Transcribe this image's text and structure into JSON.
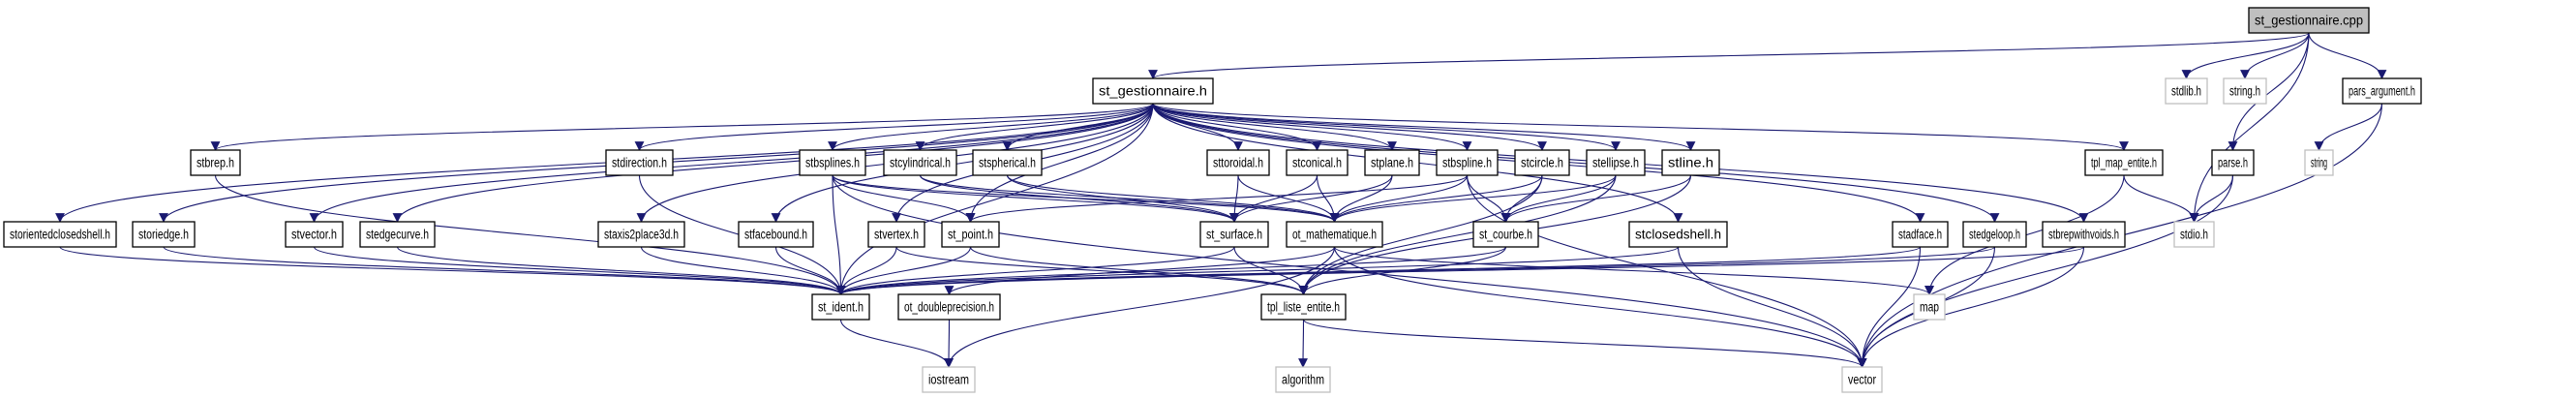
{
  "title": "Include dependency graph for st_gestionnaire.cpp",
  "colors": {
    "edge": "#191970",
    "root_fill": "#bfbfbf",
    "node_border": "#000000",
    "external_border": "#bfbfbf"
  },
  "nodes": [
    {
      "id": "st_gestionnaire_cpp",
      "label": "st_gestionnaire.cpp",
      "kind": "root"
    },
    {
      "id": "st_gestionnaire_h",
      "label": "st_gestionnaire.h",
      "kind": "local"
    },
    {
      "id": "stdlib_h",
      "label": "stdlib.h",
      "kind": "external"
    },
    {
      "id": "string_h",
      "label": "string.h",
      "kind": "external"
    },
    {
      "id": "pars_argument_h",
      "label": "pars_argument.h",
      "kind": "local"
    },
    {
      "id": "stbrep_h",
      "label": "stbrep.h",
      "kind": "local"
    },
    {
      "id": "stdirection_h",
      "label": "stdirection.h",
      "kind": "local"
    },
    {
      "id": "stbsplines_h",
      "label": "stbsplines.h",
      "kind": "local"
    },
    {
      "id": "stcylindrical_h",
      "label": "stcylindrical.h",
      "kind": "local"
    },
    {
      "id": "stspherical_h",
      "label": "stspherical.h",
      "kind": "local"
    },
    {
      "id": "sttoroidal_h",
      "label": "sttoroidal.h",
      "kind": "local"
    },
    {
      "id": "stconical_h",
      "label": "stconical.h",
      "kind": "local"
    },
    {
      "id": "stplane_h",
      "label": "stplane.h",
      "kind": "local"
    },
    {
      "id": "stbspline_h",
      "label": "stbspline.h",
      "kind": "local"
    },
    {
      "id": "stcircle_h",
      "label": "stcircle.h",
      "kind": "local"
    },
    {
      "id": "stellipse_h",
      "label": "stellipse.h",
      "kind": "local"
    },
    {
      "id": "stline_h",
      "label": "stline.h",
      "kind": "local"
    },
    {
      "id": "tpl_map_entite_h",
      "label": "tpl_map_entite.h",
      "kind": "local"
    },
    {
      "id": "parse_h",
      "label": "parse.h",
      "kind": "local"
    },
    {
      "id": "string",
      "label": "string",
      "kind": "external"
    },
    {
      "id": "storientedclosedshell_h",
      "label": "storientedclosedshell.h",
      "kind": "local"
    },
    {
      "id": "storiedge_h",
      "label": "storiedge.h",
      "kind": "local"
    },
    {
      "id": "stvector_h",
      "label": "stvector.h",
      "kind": "local"
    },
    {
      "id": "stedgecurve_h",
      "label": "stedgecurve.h",
      "kind": "local"
    },
    {
      "id": "staxis2place3d_h",
      "label": "staxis2place3d.h",
      "kind": "local"
    },
    {
      "id": "stfacebound_h",
      "label": "stfacebound.h",
      "kind": "local"
    },
    {
      "id": "stvertex_h",
      "label": "stvertex.h",
      "kind": "local"
    },
    {
      "id": "st_point_h",
      "label": "st_point.h",
      "kind": "local"
    },
    {
      "id": "st_surface_h",
      "label": "st_surface.h",
      "kind": "local"
    },
    {
      "id": "ot_mathematique_h",
      "label": "ot_mathematique.h",
      "kind": "local"
    },
    {
      "id": "st_courbe_h",
      "label": "st_courbe.h",
      "kind": "local"
    },
    {
      "id": "stclosedshell_h",
      "label": "stclosedshell.h",
      "kind": "local"
    },
    {
      "id": "stadface_h",
      "label": "stadface.h",
      "kind": "local"
    },
    {
      "id": "stedgeloop_h",
      "label": "stedgeloop.h",
      "kind": "local"
    },
    {
      "id": "stbrepwithvoids_h",
      "label": "stbrepwithvoids.h",
      "kind": "local"
    },
    {
      "id": "stdio_h",
      "label": "stdio.h",
      "kind": "external"
    },
    {
      "id": "st_ident_h",
      "label": "st_ident.h",
      "kind": "local"
    },
    {
      "id": "ot_doubleprecision_h",
      "label": "ot_doubleprecision.h",
      "kind": "local"
    },
    {
      "id": "tpl_liste_entite_h",
      "label": "tpl_liste_entite.h",
      "kind": "local"
    },
    {
      "id": "map",
      "label": "map",
      "kind": "external"
    },
    {
      "id": "iostream",
      "label": "iostream",
      "kind": "external"
    },
    {
      "id": "algorithm",
      "label": "algorithm",
      "kind": "external"
    },
    {
      "id": "vector",
      "label": "vector",
      "kind": "external"
    }
  ],
  "edges": [
    [
      "st_gestionnaire_cpp",
      "st_gestionnaire_h"
    ],
    [
      "st_gestionnaire_cpp",
      "stdlib_h"
    ],
    [
      "st_gestionnaire_cpp",
      "string_h"
    ],
    [
      "st_gestionnaire_cpp",
      "stdio_h"
    ],
    [
      "st_gestionnaire_cpp",
      "parse_h"
    ],
    [
      "st_gestionnaire_cpp",
      "pars_argument_h"
    ],
    [
      "st_gestionnaire_h",
      "storientedclosedshell_h"
    ],
    [
      "st_gestionnaire_h",
      "storiedge_h"
    ],
    [
      "st_gestionnaire_h",
      "stbrep_h"
    ],
    [
      "st_gestionnaire_h",
      "stvector_h"
    ],
    [
      "st_gestionnaire_h",
      "stedgecurve_h"
    ],
    [
      "st_gestionnaire_h",
      "staxis2place3d_h"
    ],
    [
      "st_gestionnaire_h",
      "stdirection_h"
    ],
    [
      "st_gestionnaire_h",
      "stfacebound_h"
    ],
    [
      "st_gestionnaire_h",
      "stbsplines_h"
    ],
    [
      "st_gestionnaire_h",
      "stvertex_h"
    ],
    [
      "st_gestionnaire_h",
      "st_point_h"
    ],
    [
      "st_gestionnaire_h",
      "stcylindrical_h"
    ],
    [
      "st_gestionnaire_h",
      "stspherical_h"
    ],
    [
      "st_gestionnaire_h",
      "sttoroidal_h"
    ],
    [
      "st_gestionnaire_h",
      "stconical_h"
    ],
    [
      "st_gestionnaire_h",
      "stplane_h"
    ],
    [
      "st_gestionnaire_h",
      "stbspline_h"
    ],
    [
      "st_gestionnaire_h",
      "stcircle_h"
    ],
    [
      "st_gestionnaire_h",
      "stellipse_h"
    ],
    [
      "st_gestionnaire_h",
      "stline_h"
    ],
    [
      "st_gestionnaire_h",
      "stclosedshell_h"
    ],
    [
      "st_gestionnaire_h",
      "stadface_h"
    ],
    [
      "st_gestionnaire_h",
      "stedgeloop_h"
    ],
    [
      "st_gestionnaire_h",
      "stbrepwithvoids_h"
    ],
    [
      "st_gestionnaire_h",
      "tpl_map_entite_h"
    ],
    [
      "st_gestionnaire_h",
      "st_ident_h"
    ],
    [
      "storientedclosedshell_h",
      "st_ident_h"
    ],
    [
      "storiedge_h",
      "st_ident_h"
    ],
    [
      "stbrep_h",
      "st_ident_h"
    ],
    [
      "stvector_h",
      "st_ident_h"
    ],
    [
      "stedgecurve_h",
      "st_ident_h"
    ],
    [
      "staxis2place3d_h",
      "st_ident_h"
    ],
    [
      "stdirection_h",
      "st_ident_h"
    ],
    [
      "stfacebound_h",
      "st_ident_h"
    ],
    [
      "stvertex_h",
      "st_ident_h"
    ],
    [
      "stvertex_h",
      "tpl_liste_entite_h"
    ],
    [
      "stbsplines_h",
      "st_ident_h"
    ],
    [
      "stbsplines_h",
      "st_point_h"
    ],
    [
      "stbsplines_h",
      "st_surface_h"
    ],
    [
      "stbsplines_h",
      "ot_mathematique_h"
    ],
    [
      "stbsplines_h",
      "vector"
    ],
    [
      "stcylindrical_h",
      "st_surface_h"
    ],
    [
      "stcylindrical_h",
      "ot_mathematique_h"
    ],
    [
      "stspherical_h",
      "st_surface_h"
    ],
    [
      "stspherical_h",
      "ot_mathematique_h"
    ],
    [
      "sttoroidal_h",
      "st_surface_h"
    ],
    [
      "sttoroidal_h",
      "ot_mathematique_h"
    ],
    [
      "stconical_h",
      "st_surface_h"
    ],
    [
      "stconical_h",
      "ot_mathematique_h"
    ],
    [
      "stplane_h",
      "st_surface_h"
    ],
    [
      "stplane_h",
      "ot_mathematique_h"
    ],
    [
      "stbspline_h",
      "st_point_h"
    ],
    [
      "stbspline_h",
      "ot_mathematique_h"
    ],
    [
      "stbspline_h",
      "st_courbe_h"
    ],
    [
      "stbspline_h",
      "vector"
    ],
    [
      "stcircle_h",
      "ot_mathematique_h"
    ],
    [
      "stcircle_h",
      "st_courbe_h"
    ],
    [
      "stcircle_h",
      "tpl_liste_entite_h"
    ],
    [
      "stellipse_h",
      "ot_mathematique_h"
    ],
    [
      "stellipse_h",
      "st_courbe_h"
    ],
    [
      "stellipse_h",
      "tpl_liste_entite_h"
    ],
    [
      "stline_h",
      "st_courbe_h"
    ],
    [
      "stline_h",
      "tpl_liste_entite_h"
    ],
    [
      "st_point_h",
      "st_ident_h"
    ],
    [
      "st_point_h",
      "tpl_liste_entite_h"
    ],
    [
      "st_surface_h",
      "st_ident_h"
    ],
    [
      "st_surface_h",
      "tpl_liste_entite_h"
    ],
    [
      "ot_mathematique_h",
      "ot_doubleprecision_h"
    ],
    [
      "ot_mathematique_h",
      "iostream"
    ],
    [
      "ot_mathematique_h",
      "vector"
    ],
    [
      "ot_mathematique_h",
      "map"
    ],
    [
      "st_courbe_h",
      "st_ident_h"
    ],
    [
      "st_courbe_h",
      "tpl_liste_entite_h"
    ],
    [
      "stclosedshell_h",
      "st_ident_h"
    ],
    [
      "stclosedshell_h",
      "vector"
    ],
    [
      "stadface_h",
      "st_ident_h"
    ],
    [
      "stadface_h",
      "vector"
    ],
    [
      "stedgeloop_h",
      "st_ident_h"
    ],
    [
      "stedgeloop_h",
      "vector"
    ],
    [
      "stbrepwithvoids_h",
      "st_ident_h"
    ],
    [
      "stbrepwithvoids_h",
      "vector"
    ],
    [
      "tpl_map_entite_h",
      "stdio_h"
    ],
    [
      "tpl_map_entite_h",
      "map"
    ],
    [
      "parse_h",
      "stdio_h"
    ],
    [
      "parse_h",
      "vector"
    ],
    [
      "pars_argument_h",
      "string"
    ],
    [
      "pars_argument_h",
      "vector"
    ],
    [
      "st_ident_h",
      "iostream"
    ],
    [
      "ot_doubleprecision_h",
      "iostream"
    ],
    [
      "tpl_liste_entite_h",
      "algorithm"
    ],
    [
      "tpl_liste_entite_h",
      "vector"
    ]
  ]
}
